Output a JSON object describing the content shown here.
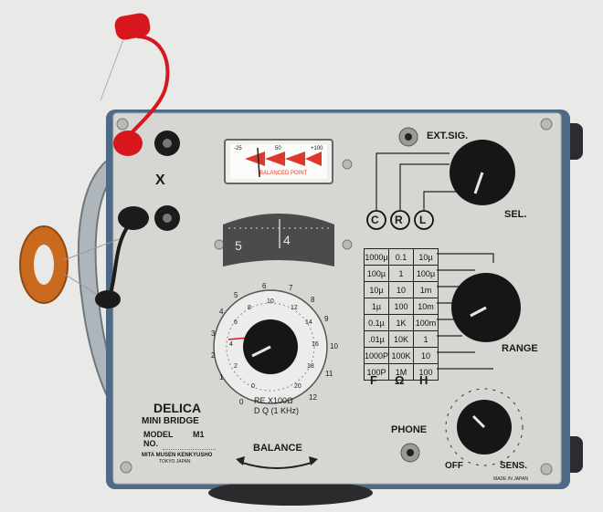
{
  "meter": {
    "left_scale": "-25",
    "mid_scale": "50",
    "right_scale": "+100",
    "legend": "BALANCED POINT"
  },
  "panel": {
    "terminal_label": "X",
    "ext_sig_label": "EXT.SIG.",
    "sel_label": "SEL.",
    "range_label": "RANGE",
    "phone_label": "PHONE",
    "off_label": "OFF",
    "sens_label": "SENS.",
    "made_in": "MADE IN JAPAN",
    "balance_label": "BALANCE",
    "dial_window_left": "5",
    "dial_window_right": "4",
    "re_label": "RE X100Ω",
    "dq_label": "D Q (1 KHz)"
  },
  "selector_letters": [
    "C",
    "R",
    "L"
  ],
  "range_table": {
    "columns": [
      "F",
      "Ω",
      "H"
    ],
    "rows": [
      [
        "1000µ",
        "0.1",
        "10µ"
      ],
      [
        "100µ",
        "1",
        "100µ"
      ],
      [
        "10µ",
        "10",
        "1m"
      ],
      [
        "1µ",
        "100",
        "10m"
      ],
      [
        "0.1µ",
        "1K",
        "100m"
      ],
      [
        ".01µ",
        "10K",
        "1"
      ],
      [
        "1000P",
        "100K",
        "10"
      ],
      [
        "100P",
        "1M",
        "100"
      ]
    ]
  },
  "dial": {
    "outer_numbers": [
      "0",
      "1",
      "2",
      "3",
      "4",
      "5",
      "6",
      "7",
      "8",
      "9",
      "10",
      "11",
      "12"
    ],
    "inner_numbers": [
      "0",
      "2",
      "4",
      "6",
      "8",
      "10",
      "12",
      "14",
      "16",
      "18",
      "20"
    ]
  },
  "brand": {
    "name": "DELICA",
    "product": "MINI BRIDGE",
    "model_label": "MODEL",
    "model_value": "M1",
    "no_label": "NO.",
    "manufacturer": "MITA MUSEN KENKYUSHO",
    "city": "TOKYO JAPAN"
  },
  "colors": {
    "background": "#e9e9e7",
    "panel": "#d6d7d3",
    "case": "#4f6a86",
    "knob": "#161616",
    "probe_red": "#d8161e",
    "meter_red": "#e0372c"
  }
}
